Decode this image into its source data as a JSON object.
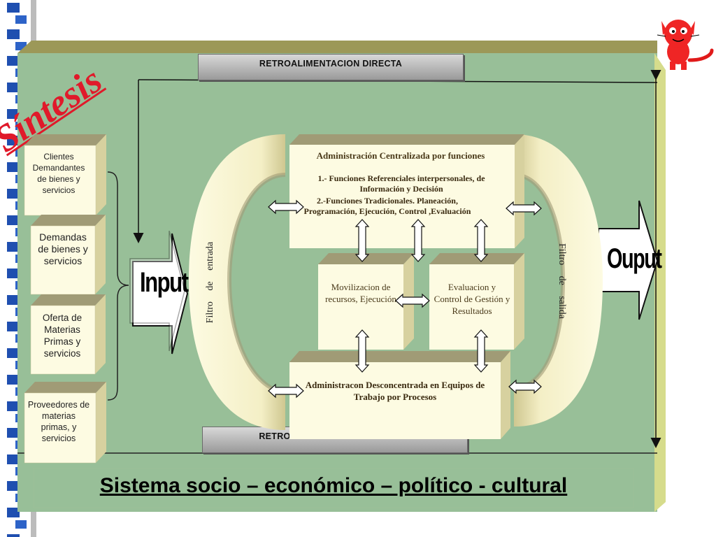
{
  "title_stamp": "Síntesis",
  "feedback": {
    "direct": "RETROALIMENTACION DIRECTA",
    "indirect": "RETROALIMENTACION INDIRECTA"
  },
  "inputs": {
    "clients": "Clientes Demandantes de bienes y servicios",
    "demand": "Demandas de bienes y servicios",
    "offer": "Oferta de Materias Primas y servicios",
    "suppliers": "Proveedores de materias primas, y servicios"
  },
  "input_arrow": "Input",
  "output_arrow": "Ouput",
  "filters": {
    "entry": "Filtro de entrada",
    "exit": "Filtro de salida"
  },
  "central": {
    "title": "Administración Centralizada por funciones",
    "line1": "1.- Funciones Referenciales interpersonales, de Información y Decisión",
    "line2": "2.-Funciones Tradicionales. Planeación, Programación, Ejecución, Control ,Evaluación"
  },
  "mobilization": "Movilizacion de recursos, Ejecución",
  "evaluation": "Evaluacion y Control de Gestión y Resultados",
  "decentralized": "Administracon Desconcentrada en Equipos de Trabajo por Procesos",
  "system_label": "Sistema socio – económico – político - cultural",
  "colors": {
    "panel": "#98bf98",
    "panel_top": "#9c9858",
    "cream": "#fdfbe2",
    "box_side": "#d7d19f",
    "box_top": "#a09b76",
    "stamp": "#e0192a"
  }
}
